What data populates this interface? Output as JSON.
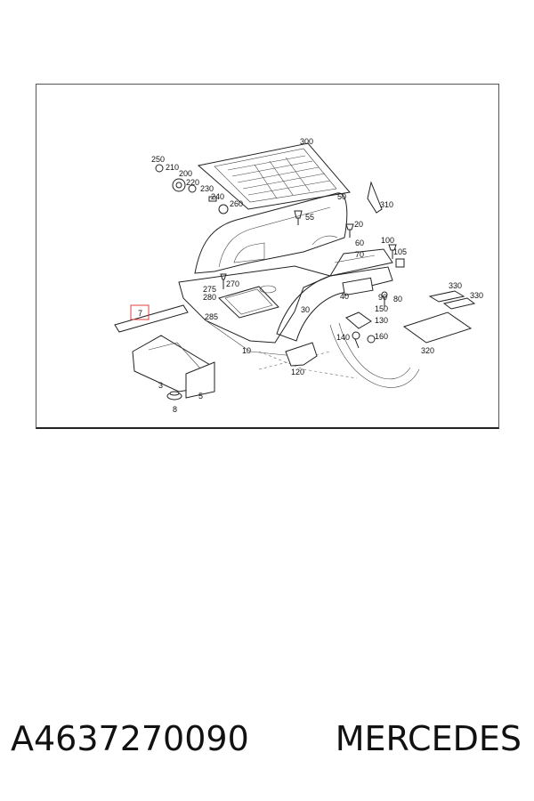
{
  "diagram": {
    "labels": [
      {
        "id": "300",
        "text": "300"
      },
      {
        "id": "250",
        "text": "250"
      },
      {
        "id": "210",
        "text": "210"
      },
      {
        "id": "200",
        "text": "200"
      },
      {
        "id": "220",
        "text": "220"
      },
      {
        "id": "230",
        "text": "230"
      },
      {
        "id": "240",
        "text": "240"
      },
      {
        "id": "260",
        "text": "260"
      },
      {
        "id": "50",
        "text": "50"
      },
      {
        "id": "310",
        "text": "310"
      },
      {
        "id": "55",
        "text": "55"
      },
      {
        "id": "20",
        "text": "20"
      },
      {
        "id": "60",
        "text": "60"
      },
      {
        "id": "100",
        "text": "100"
      },
      {
        "id": "105",
        "text": "105"
      },
      {
        "id": "70",
        "text": "70"
      },
      {
        "id": "270",
        "text": "270"
      },
      {
        "id": "275",
        "text": "275"
      },
      {
        "id": "280",
        "text": "280"
      },
      {
        "id": "285",
        "text": "285"
      },
      {
        "id": "30",
        "text": "30"
      },
      {
        "id": "40",
        "text": "40"
      },
      {
        "id": "90",
        "text": "90"
      },
      {
        "id": "80",
        "text": "80"
      },
      {
        "id": "330a",
        "text": "330"
      },
      {
        "id": "330b",
        "text": "330"
      },
      {
        "id": "150",
        "text": "150"
      },
      {
        "id": "130",
        "text": "130"
      },
      {
        "id": "140",
        "text": "140"
      },
      {
        "id": "160",
        "text": "160"
      },
      {
        "id": "320",
        "text": "320"
      },
      {
        "id": "10",
        "text": "10"
      },
      {
        "id": "120",
        "text": "120"
      },
      {
        "id": "3",
        "text": "3"
      },
      {
        "id": "5",
        "text": "5"
      },
      {
        "id": "8",
        "text": "8"
      }
    ],
    "highlighted_part": {
      "text": "7",
      "color": "#e03c3c"
    }
  },
  "caption": {
    "part_number": "A4637270090",
    "brand": "MERCEDES"
  }
}
